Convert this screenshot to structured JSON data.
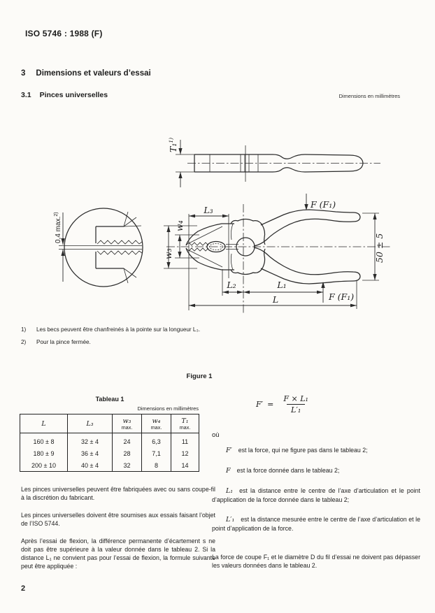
{
  "colors": {
    "paper": "#fcfbf8",
    "ink": "#1d1d1d"
  },
  "page": {
    "header": "ISO 5746 : 1988 (F)",
    "number": "2"
  },
  "section": {
    "number": "3",
    "title": "Dimensions et valeurs d’essai"
  },
  "subsection": {
    "number": "3.1",
    "title": "Pinces universelles",
    "units_note": "Dimensions en millimètres"
  },
  "figure": {
    "caption": "Figure 1",
    "labels": {
      "t1": "T₁",
      "t1_sup": "1)",
      "gap": "0,4 max.",
      "gap_sup": "2)",
      "l3": "L₃",
      "w4": "w₄",
      "w3": "w₃",
      "f_top": "F (F₁)",
      "f_bottom": "F (F₁)",
      "span": "50 ± 5",
      "l2": "L₂",
      "l1": "L₁",
      "l": "L"
    },
    "footnotes": [
      {
        "marker": "1)",
        "text": "Les becs peuvent être chanfreinés à la pointe sur la longueur L₃."
      },
      {
        "marker": "2)",
        "text": "Pour la pince fermée."
      }
    ]
  },
  "table": {
    "title": "Tableau 1",
    "units_note": "Dimensions en millimètres",
    "columns": [
      {
        "sym": "L",
        "sub": ""
      },
      {
        "sym": "L₃",
        "sub": ""
      },
      {
        "sym": "w₃",
        "sub": "max."
      },
      {
        "sym": "w₄",
        "sub": "max."
      },
      {
        "sym": "T₁",
        "sub": "max."
      }
    ],
    "rows": [
      [
        "160 ± 8",
        "32 ± 4",
        "24",
        "6,3",
        "11"
      ],
      [
        "180 ± 9",
        "36 ± 4",
        "28",
        "7,1",
        "12"
      ],
      [
        "200 ± 10",
        "40 ± 4",
        "32",
        "8",
        "14"
      ]
    ]
  },
  "formula": {
    "lhs": "F′",
    "equals": "=",
    "numerator": "F × L₁",
    "denominator": "L′₁"
  },
  "where": {
    "label": "où"
  },
  "definitions": [
    {
      "term": "F′",
      "text": "est la force, qui ne figure pas dans le tableau 2;"
    },
    {
      "term": "F",
      "text": "est la force donnée dans le tableau 2;"
    },
    {
      "term": "L₁",
      "text": "est la distance entre le centre de l’axe d’articulation et le point d’application de la force donnée dans le tableau 2;"
    },
    {
      "term": "L′₁",
      "text": "est la distance mesurée entre le centre de l’axe d’articulation et le point d’application de la force."
    }
  ],
  "paragraphs": {
    "left": [
      "Les pinces universelles peuvent être fabriquées avec ou sans coupe-fil à la discrétion du fabricant.",
      "Les pinces universelles doivent être soumises aux essais faisant l’objet de l’ISO 5744.",
      "Après l’essai de flexion, la différence permanente d’écartement s ne doit pas être supérieure à la valeur donnée dans le tableau 2. Si la distance L₁ ne convient pas pour l’essai de flexion, la formule suivante peut être appliquée :"
    ],
    "right_closing": "La force de coupe F₁ et le diamètre D du fil d’essai ne doivent pas dépasser les valeurs données dans le tableau 2."
  }
}
